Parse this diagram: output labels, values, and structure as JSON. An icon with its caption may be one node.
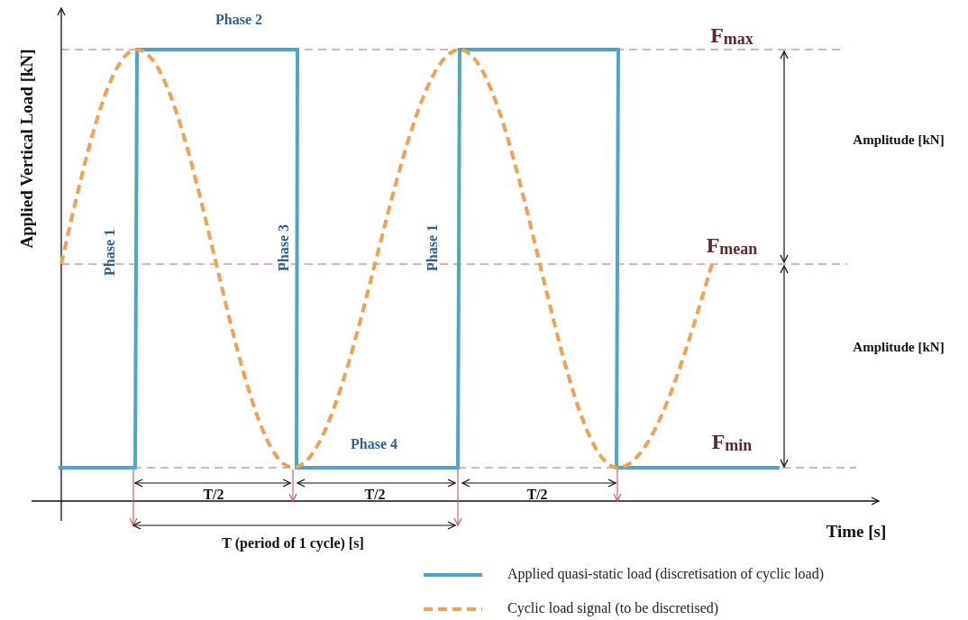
{
  "diagram": {
    "labels": [
      "Phase 2",
      "F$_{max}$",
      "Applied Vertical Load [kN]",
      "Amplitude [kN]",
      "Phase 1",
      "Phase 3",
      "Phase 1",
      "F$_{mean}$",
      "Amplitude [kN]",
      "Phase 4",
      "F$_{min}$",
      "T/2",
      "T/2",
      "T/2",
      "Time [s]",
      "T (period of 1 cycle) [s]"
    ],
    "legend": [
      {
        "text": "Applied quasi-static load (discretisation of cyclic load)"
      },
      {
        "text": "Cyclic load signal (to be discretised)"
      }
    ]
  }
}
